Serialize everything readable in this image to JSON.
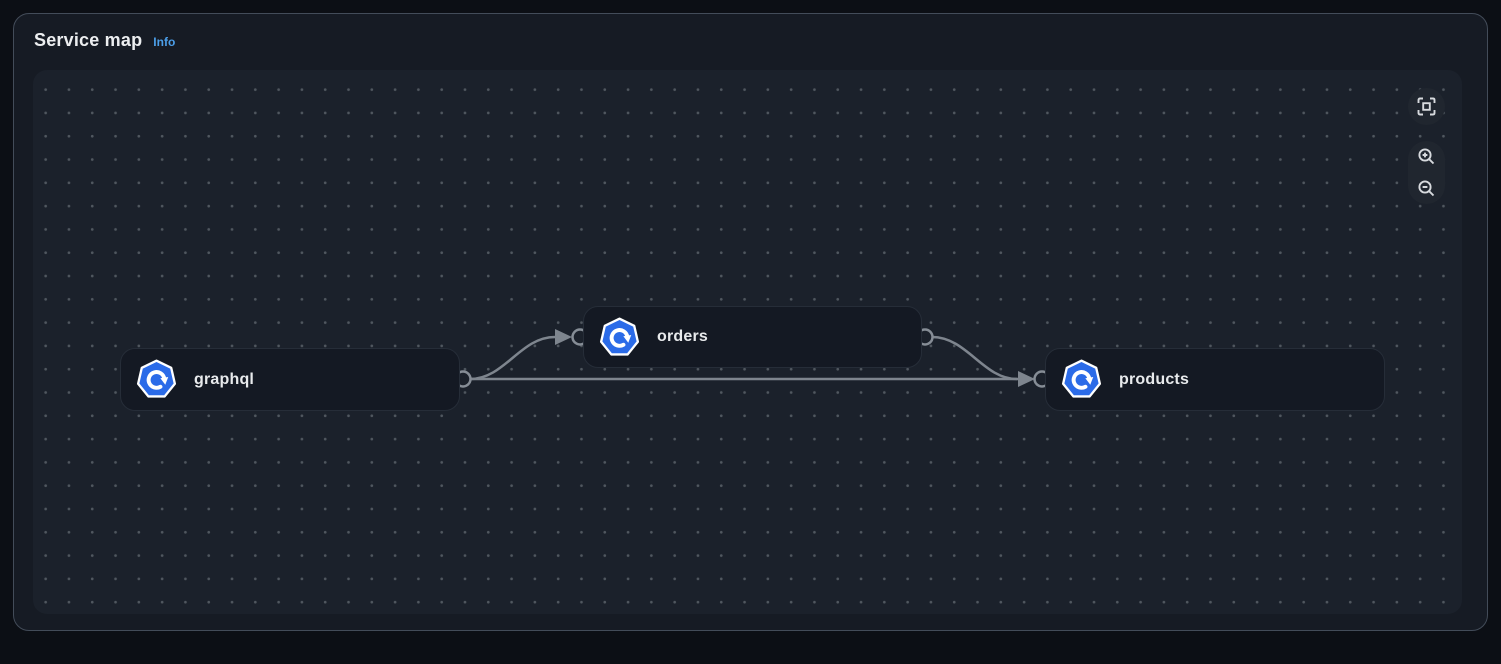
{
  "header": {
    "title": "Service map",
    "info_link": "Info"
  },
  "nodes": [
    {
      "id": "graphql",
      "label": "graphql",
      "icon": "service-heptagon-refresh-icon"
    },
    {
      "id": "orders",
      "label": "orders",
      "icon": "service-heptagon-refresh-icon"
    },
    {
      "id": "products",
      "label": "products",
      "icon": "service-heptagon-refresh-icon"
    }
  ],
  "edges": [
    {
      "from": "graphql",
      "to": "orders"
    },
    {
      "from": "graphql",
      "to": "products"
    },
    {
      "from": "orders",
      "to": "products"
    }
  ],
  "controls": {
    "fit_to_view": "fit-to-view",
    "zoom_in": "zoom-in",
    "zoom_out": "zoom-out"
  },
  "colors": {
    "outer_background": "#0c0f15",
    "panel_background": "#161b24",
    "canvas_background": "#1b212b",
    "node_background": "#141923",
    "service_icon_blue": "#2b6be8",
    "edge_gray": "#7e858e",
    "title_text": "#eceef0",
    "info_link_blue": "#4c9fe9"
  }
}
